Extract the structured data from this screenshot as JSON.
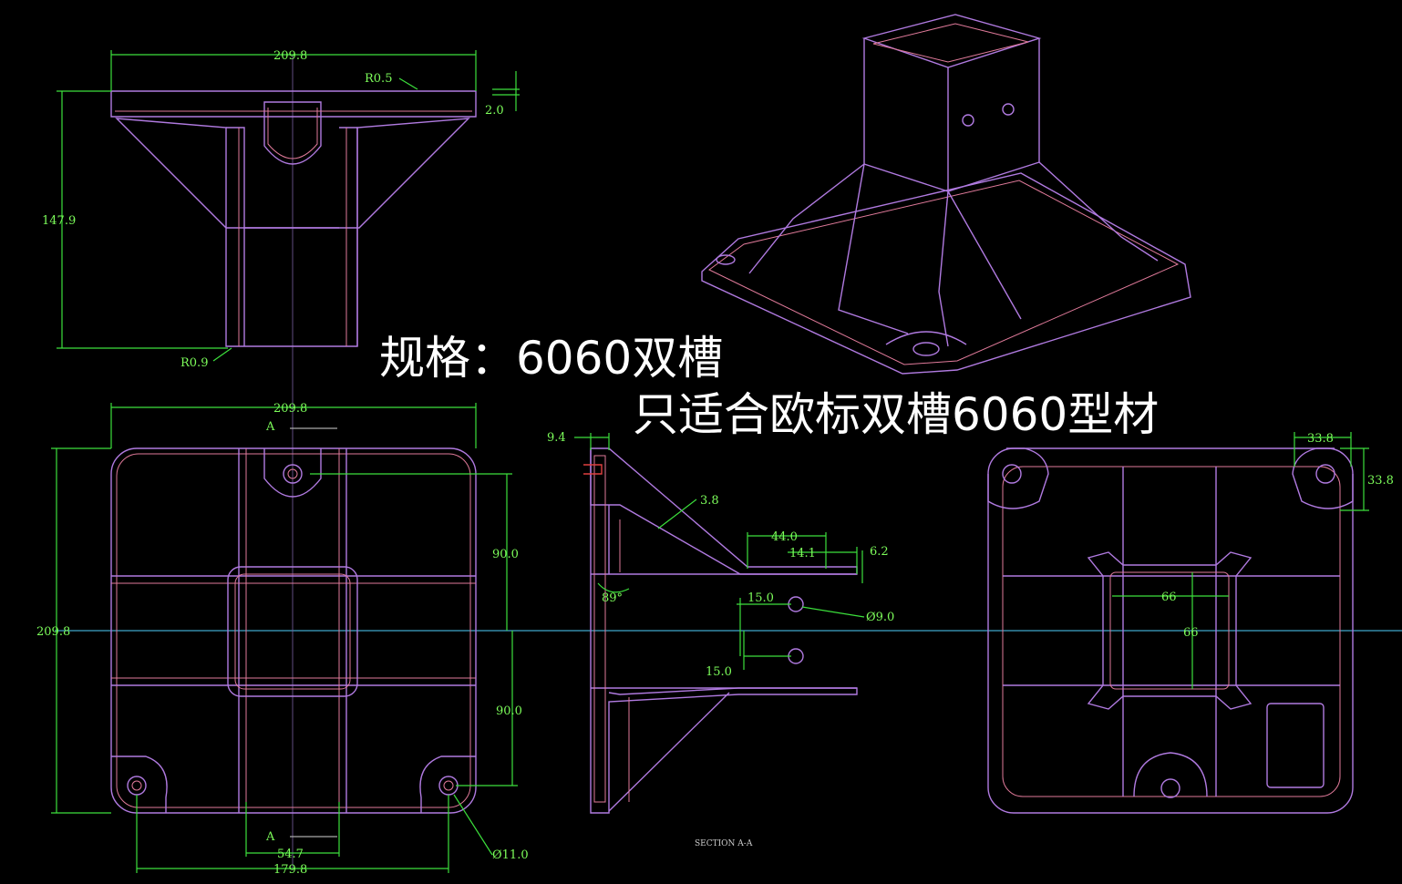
{
  "caption": {
    "line1": "规格：6060双槽",
    "line2": "只适合欧标双槽6060型材"
  },
  "front_view": {
    "width": "209.8",
    "height": "147.9",
    "radius_top": "R0.5",
    "radius_bottom": "R0.9",
    "thickness": "2.0"
  },
  "top_view": {
    "width": "209.8",
    "height": "209.8",
    "half_upper": "90.0",
    "half_lower": "90.0",
    "hole_spacing": "179.8",
    "slot_width": "54.7",
    "hole_dia": "Ø11.0",
    "section_mark": "A"
  },
  "section_view": {
    "wall_top": "9.4",
    "wall": "3.8",
    "socket_depth": "44.0",
    "offset": "14.1",
    "lip": "6.2",
    "angle": "89°",
    "hole_pitch_a": "15.0",
    "hole_pitch_b": "15.0",
    "hole_dia": "Ø9.0",
    "label": "SECTION A-A"
  },
  "bottom_view": {
    "corner_w": "33.8",
    "corner_h": "33.8",
    "square_w": "66",
    "square_h": "66"
  },
  "colors": {
    "background": "#000000",
    "dimension": "#7CFC5A",
    "outline": "#B07AE0",
    "centerline": "#3FA7C9"
  }
}
